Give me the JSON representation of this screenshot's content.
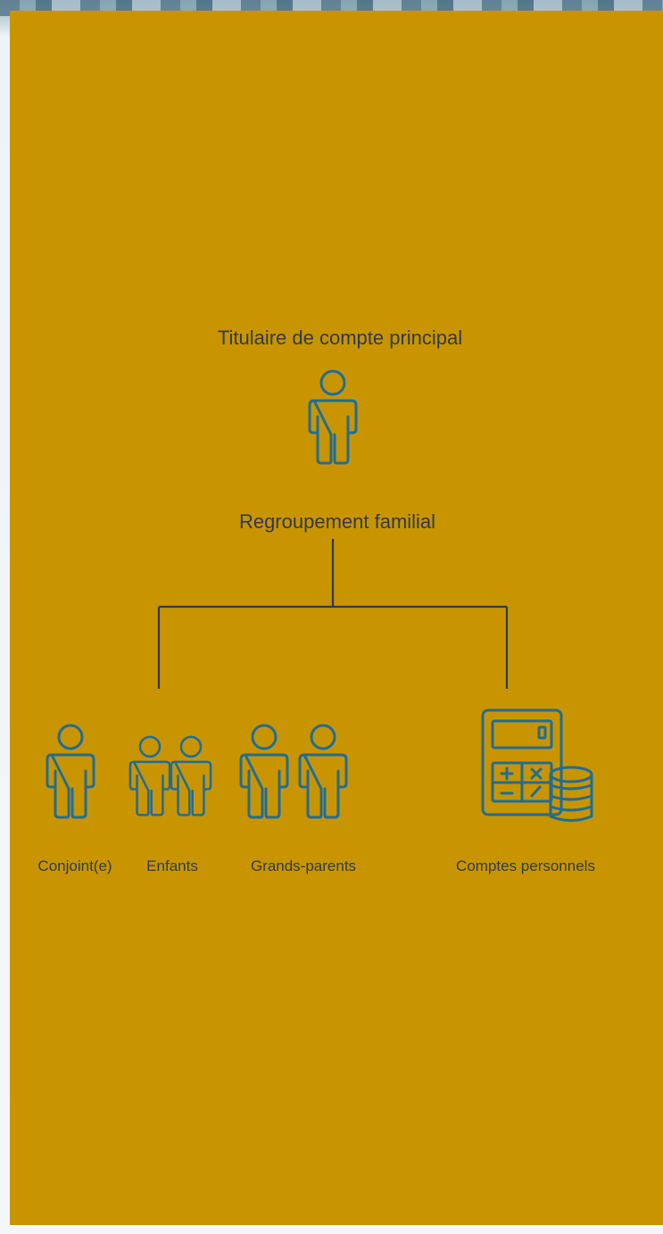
{
  "diagram": {
    "title": "Titulaire de compte principal",
    "group_label": "Regroupement familial",
    "members": [
      {
        "label": "Conjoint(e)",
        "icon": "person-icon"
      },
      {
        "label": "Enfants",
        "icon": "two-children-icon"
      },
      {
        "label": "Grands-parents",
        "icon": "two-adults-icon"
      },
      {
        "label": "Comptes personnels",
        "icon": "calculator-coins-icon"
      }
    ]
  },
  "colors": {
    "panel": "#c89500",
    "icon": "#1f6d98",
    "text": "#2f3a4f"
  }
}
